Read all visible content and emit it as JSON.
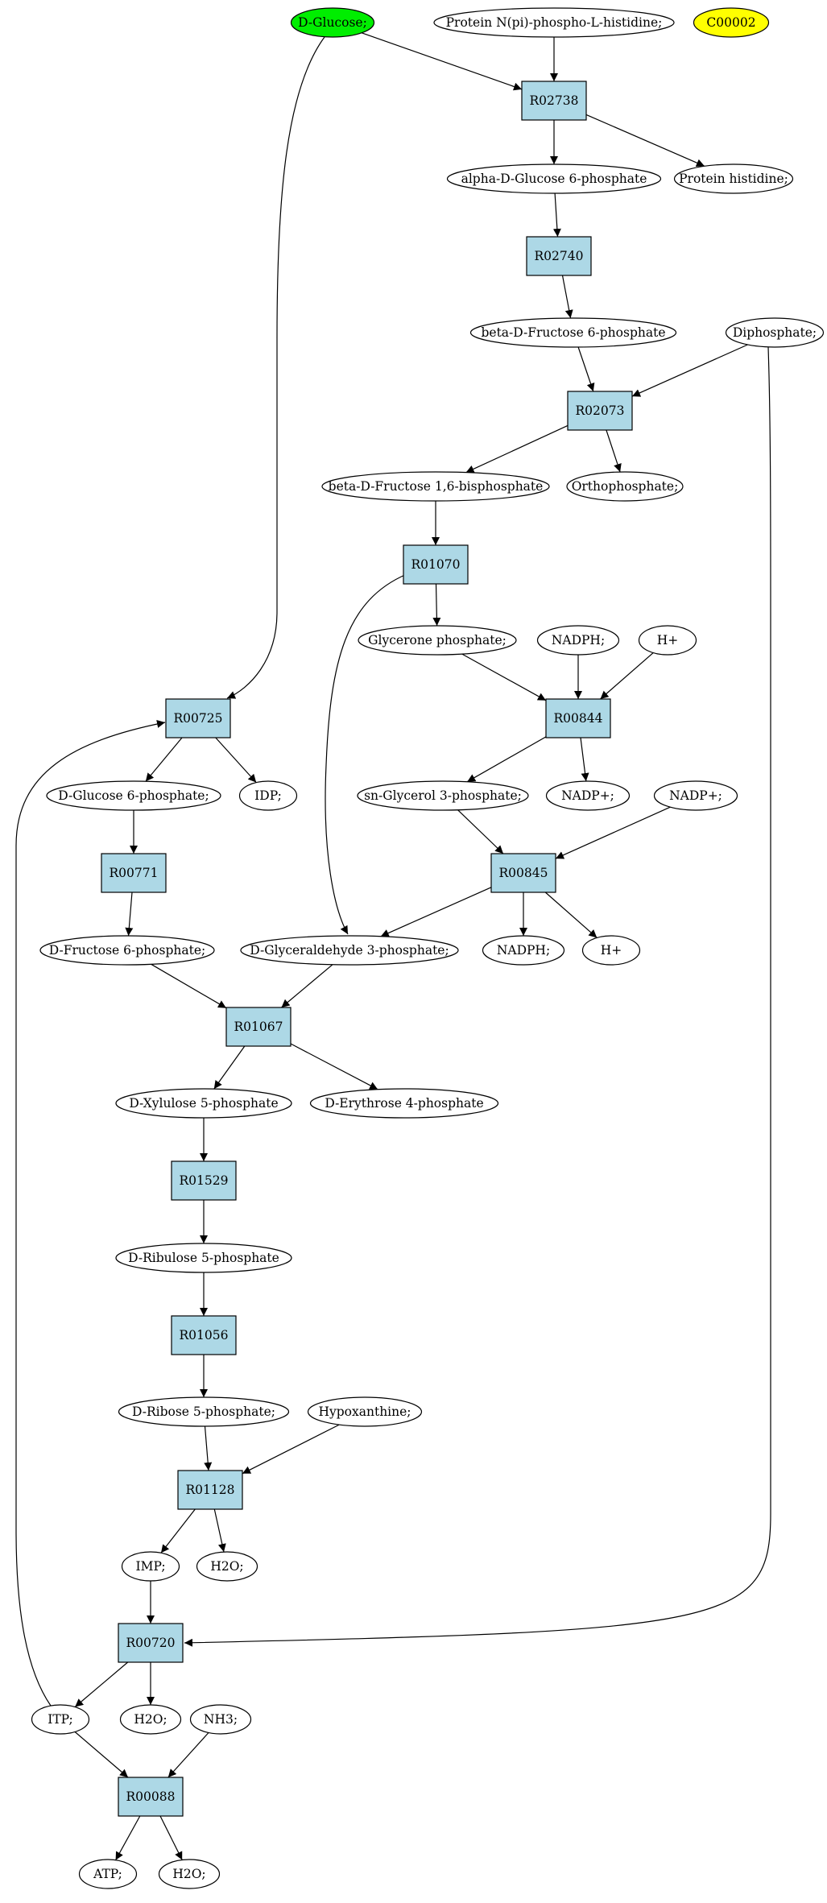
{
  "colors": {
    "reaction_fill": "#add8e6",
    "start_fill": "#00ee00",
    "target_fill": "#ffff00",
    "default_fill": "#ffffff"
  },
  "nodes": [
    {
      "id": "c_dglucose",
      "label": "D-Glucose;",
      "kind": "compound",
      "fill": "#00ee00"
    },
    {
      "id": "c_protein_nphis",
      "label": "Protein N(pi)-phospho-L-histidine;",
      "kind": "compound"
    },
    {
      "id": "c_c00002",
      "label": "C00002",
      "kind": "compound",
      "fill": "#ffff00"
    },
    {
      "id": "r_R02738",
      "label": "R02738",
      "kind": "reaction"
    },
    {
      "id": "c_alpha_g6p",
      "label": "alpha-D-Glucose 6-phosphate",
      "kind": "compound"
    },
    {
      "id": "c_protein_his",
      "label": "Protein histidine;",
      "kind": "compound"
    },
    {
      "id": "r_R02740",
      "label": "R02740",
      "kind": "reaction"
    },
    {
      "id": "c_beta_f6p",
      "label": "beta-D-Fructose 6-phosphate",
      "kind": "compound"
    },
    {
      "id": "c_diphosphate",
      "label": "Diphosphate;",
      "kind": "compound"
    },
    {
      "id": "r_R02073",
      "label": "R02073",
      "kind": "reaction"
    },
    {
      "id": "c_beta_f16bp",
      "label": "beta-D-Fructose 1,6-bisphosphate",
      "kind": "compound"
    },
    {
      "id": "c_orthophosphate",
      "label": "Orthophosphate;",
      "kind": "compound"
    },
    {
      "id": "r_R01070",
      "label": "R01070",
      "kind": "reaction"
    },
    {
      "id": "c_glycerone_p",
      "label": "Glycerone phosphate;",
      "kind": "compound"
    },
    {
      "id": "c_nadph_1",
      "label": "NADPH;",
      "kind": "compound"
    },
    {
      "id": "c_hplus_1",
      "label": "H+",
      "kind": "compound"
    },
    {
      "id": "r_R00725",
      "label": "R00725",
      "kind": "reaction"
    },
    {
      "id": "r_R00844",
      "label": "R00844",
      "kind": "reaction"
    },
    {
      "id": "c_dg6p",
      "label": "D-Glucose 6-phosphate;",
      "kind": "compound"
    },
    {
      "id": "c_idp",
      "label": "IDP;",
      "kind": "compound"
    },
    {
      "id": "c_sn_g3p",
      "label": "sn-Glycerol 3-phosphate;",
      "kind": "compound"
    },
    {
      "id": "c_nadpplus_1",
      "label": "NADP+;",
      "kind": "compound"
    },
    {
      "id": "c_nadpplus_2",
      "label": "NADP+;",
      "kind": "compound"
    },
    {
      "id": "r_R00771",
      "label": "R00771",
      "kind": "reaction"
    },
    {
      "id": "r_R00845",
      "label": "R00845",
      "kind": "reaction"
    },
    {
      "id": "c_df6p",
      "label": "D-Fructose 6-phosphate;",
      "kind": "compound"
    },
    {
      "id": "c_dga3p",
      "label": "D-Glyceraldehyde 3-phosphate;",
      "kind": "compound"
    },
    {
      "id": "c_nadph_2",
      "label": "NADPH;",
      "kind": "compound"
    },
    {
      "id": "c_hplus_2",
      "label": "H+",
      "kind": "compound"
    },
    {
      "id": "r_R01067",
      "label": "R01067",
      "kind": "reaction"
    },
    {
      "id": "c_dx5p",
      "label": "D-Xylulose 5-phosphate",
      "kind": "compound"
    },
    {
      "id": "c_de4p",
      "label": "D-Erythrose 4-phosphate",
      "kind": "compound"
    },
    {
      "id": "r_R01529",
      "label": "R01529",
      "kind": "reaction"
    },
    {
      "id": "c_dru5p",
      "label": "D-Ribulose 5-phosphate",
      "kind": "compound"
    },
    {
      "id": "r_R01056",
      "label": "R01056",
      "kind": "reaction"
    },
    {
      "id": "c_dr5p",
      "label": "D-Ribose 5-phosphate;",
      "kind": "compound"
    },
    {
      "id": "c_hypoxanthine",
      "label": "Hypoxanthine;",
      "kind": "compound"
    },
    {
      "id": "r_R01128",
      "label": "R01128",
      "kind": "reaction"
    },
    {
      "id": "c_imp",
      "label": "IMP;",
      "kind": "compound"
    },
    {
      "id": "c_h2o_1",
      "label": "H2O;",
      "kind": "compound"
    },
    {
      "id": "r_R00720",
      "label": "R00720",
      "kind": "reaction"
    },
    {
      "id": "c_itp",
      "label": "ITP;",
      "kind": "compound"
    },
    {
      "id": "c_h2o_2",
      "label": "H2O;",
      "kind": "compound"
    },
    {
      "id": "c_nh3",
      "label": "NH3;",
      "kind": "compound"
    },
    {
      "id": "r_R00088",
      "label": "R00088",
      "kind": "reaction"
    },
    {
      "id": "c_atp",
      "label": "ATP;",
      "kind": "compound"
    },
    {
      "id": "c_h2o_3",
      "label": "H2O;",
      "kind": "compound"
    }
  ],
  "edges": [
    [
      "c_dglucose",
      "r_R02738"
    ],
    [
      "c_protein_nphis",
      "r_R02738"
    ],
    [
      "r_R02738",
      "c_alpha_g6p"
    ],
    [
      "r_R02738",
      "c_protein_his"
    ],
    [
      "c_alpha_g6p",
      "r_R02740"
    ],
    [
      "r_R02740",
      "c_beta_f6p"
    ],
    [
      "c_beta_f6p",
      "r_R02073"
    ],
    [
      "c_diphosphate",
      "r_R02073"
    ],
    [
      "r_R02073",
      "c_beta_f16bp"
    ],
    [
      "r_R02073",
      "c_orthophosphate"
    ],
    [
      "c_beta_f16bp",
      "r_R01070"
    ],
    [
      "r_R01070",
      "c_glycerone_p"
    ],
    [
      "r_R01070",
      "c_dga3p"
    ],
    [
      "c_glycerone_p",
      "r_R00844"
    ],
    [
      "c_nadph_1",
      "r_R00844"
    ],
    [
      "c_hplus_1",
      "r_R00844"
    ],
    [
      "r_R00844",
      "c_sn_g3p"
    ],
    [
      "r_R00844",
      "c_nadpplus_1"
    ],
    [
      "c_sn_g3p",
      "r_R00845"
    ],
    [
      "c_nadpplus_2",
      "r_R00845"
    ],
    [
      "r_R00845",
      "c_dga3p"
    ],
    [
      "r_R00845",
      "c_nadph_2"
    ],
    [
      "r_R00845",
      "c_hplus_2"
    ],
    [
      "c_dglucose",
      "r_R00725"
    ],
    [
      "c_itp",
      "r_R00725"
    ],
    [
      "r_R00725",
      "c_dg6p"
    ],
    [
      "r_R00725",
      "c_idp"
    ],
    [
      "c_dg6p",
      "r_R00771"
    ],
    [
      "r_R00771",
      "c_df6p"
    ],
    [
      "c_df6p",
      "r_R01067"
    ],
    [
      "c_dga3p",
      "r_R01067"
    ],
    [
      "r_R01067",
      "c_dx5p"
    ],
    [
      "r_R01067",
      "c_de4p"
    ],
    [
      "c_dx5p",
      "r_R01529"
    ],
    [
      "r_R01529",
      "c_dru5p"
    ],
    [
      "c_dru5p",
      "r_R01056"
    ],
    [
      "r_R01056",
      "c_dr5p"
    ],
    [
      "c_dr5p",
      "r_R01128"
    ],
    [
      "c_hypoxanthine",
      "r_R01128"
    ],
    [
      "r_R01128",
      "c_imp"
    ],
    [
      "r_R01128",
      "c_h2o_1"
    ],
    [
      "c_imp",
      "r_R00720"
    ],
    [
      "c_diphosphate",
      "r_R00720"
    ],
    [
      "r_R00720",
      "c_itp"
    ],
    [
      "r_R00720",
      "c_h2o_2"
    ],
    [
      "c_itp",
      "r_R00088"
    ],
    [
      "c_nh3",
      "r_R00088"
    ],
    [
      "r_R00088",
      "c_atp"
    ],
    [
      "r_R00088",
      "c_h2o_3"
    ]
  ]
}
